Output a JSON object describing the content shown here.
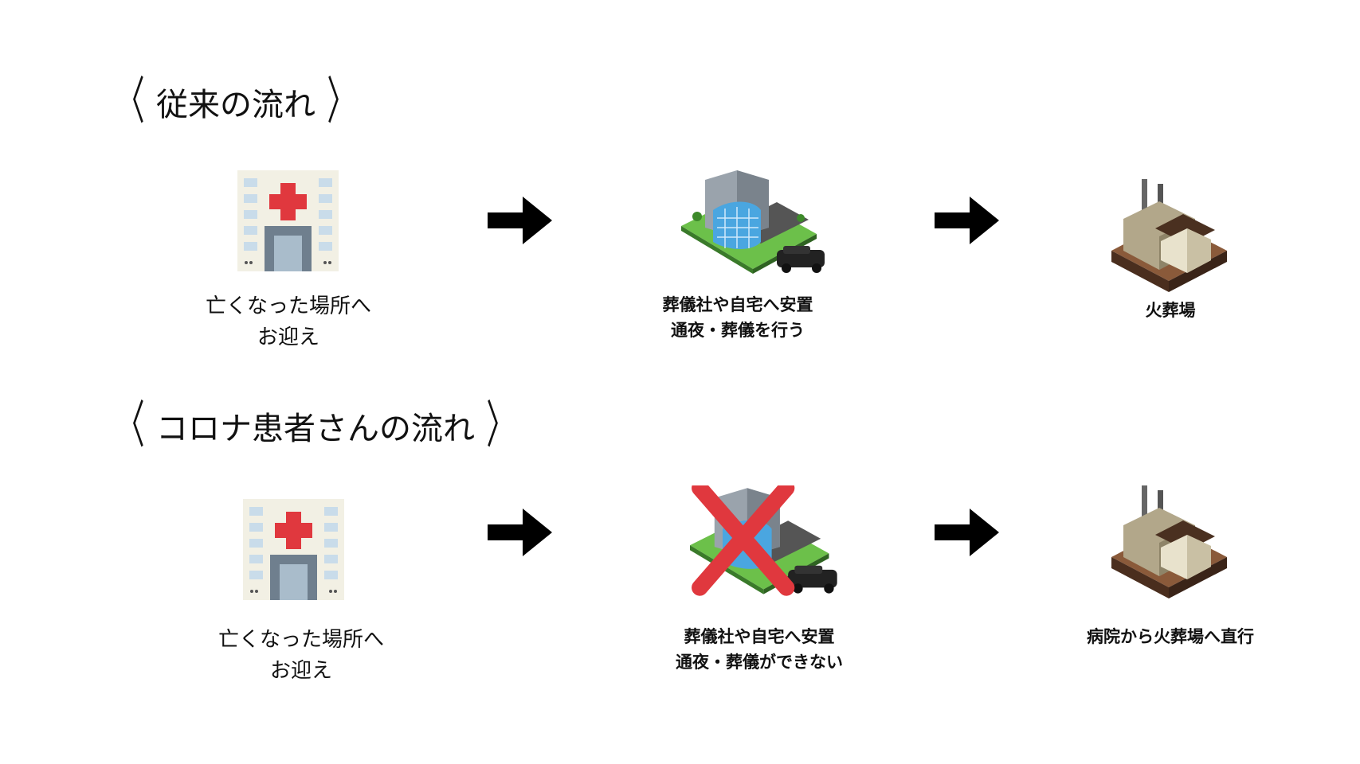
{
  "sections": [
    {
      "title": "従来の流れ",
      "steps": [
        {
          "icon": "hospital-icon",
          "lines": [
            "亡くなった場所へ",
            "お迎え"
          ]
        },
        {
          "icon": "funeral-hall-icon",
          "lines": [
            "葬儀社や自宅へ安置",
            "通夜・葬儀を行う"
          ]
        },
        {
          "icon": "crematorium-icon",
          "lines": [
            "火葬場"
          ]
        }
      ]
    },
    {
      "title": "コロナ患者さんの流れ",
      "steps": [
        {
          "icon": "hospital-icon",
          "lines": [
            "亡くなった場所へ",
            "お迎え"
          ]
        },
        {
          "icon": "funeral-hall-crossed-icon",
          "lines": [
            "葬儀社や自宅へ安置",
            "通夜・葬儀ができない"
          ]
        },
        {
          "icon": "crematorium-icon",
          "lines": [
            "病院から火葬場へ直行"
          ]
        }
      ]
    }
  ],
  "brackets": {
    "open": "〈",
    "close": "〉"
  },
  "colors": {
    "cross": "#e0383e",
    "arrow": "#000000",
    "hospital_cross": "#e0383e"
  }
}
